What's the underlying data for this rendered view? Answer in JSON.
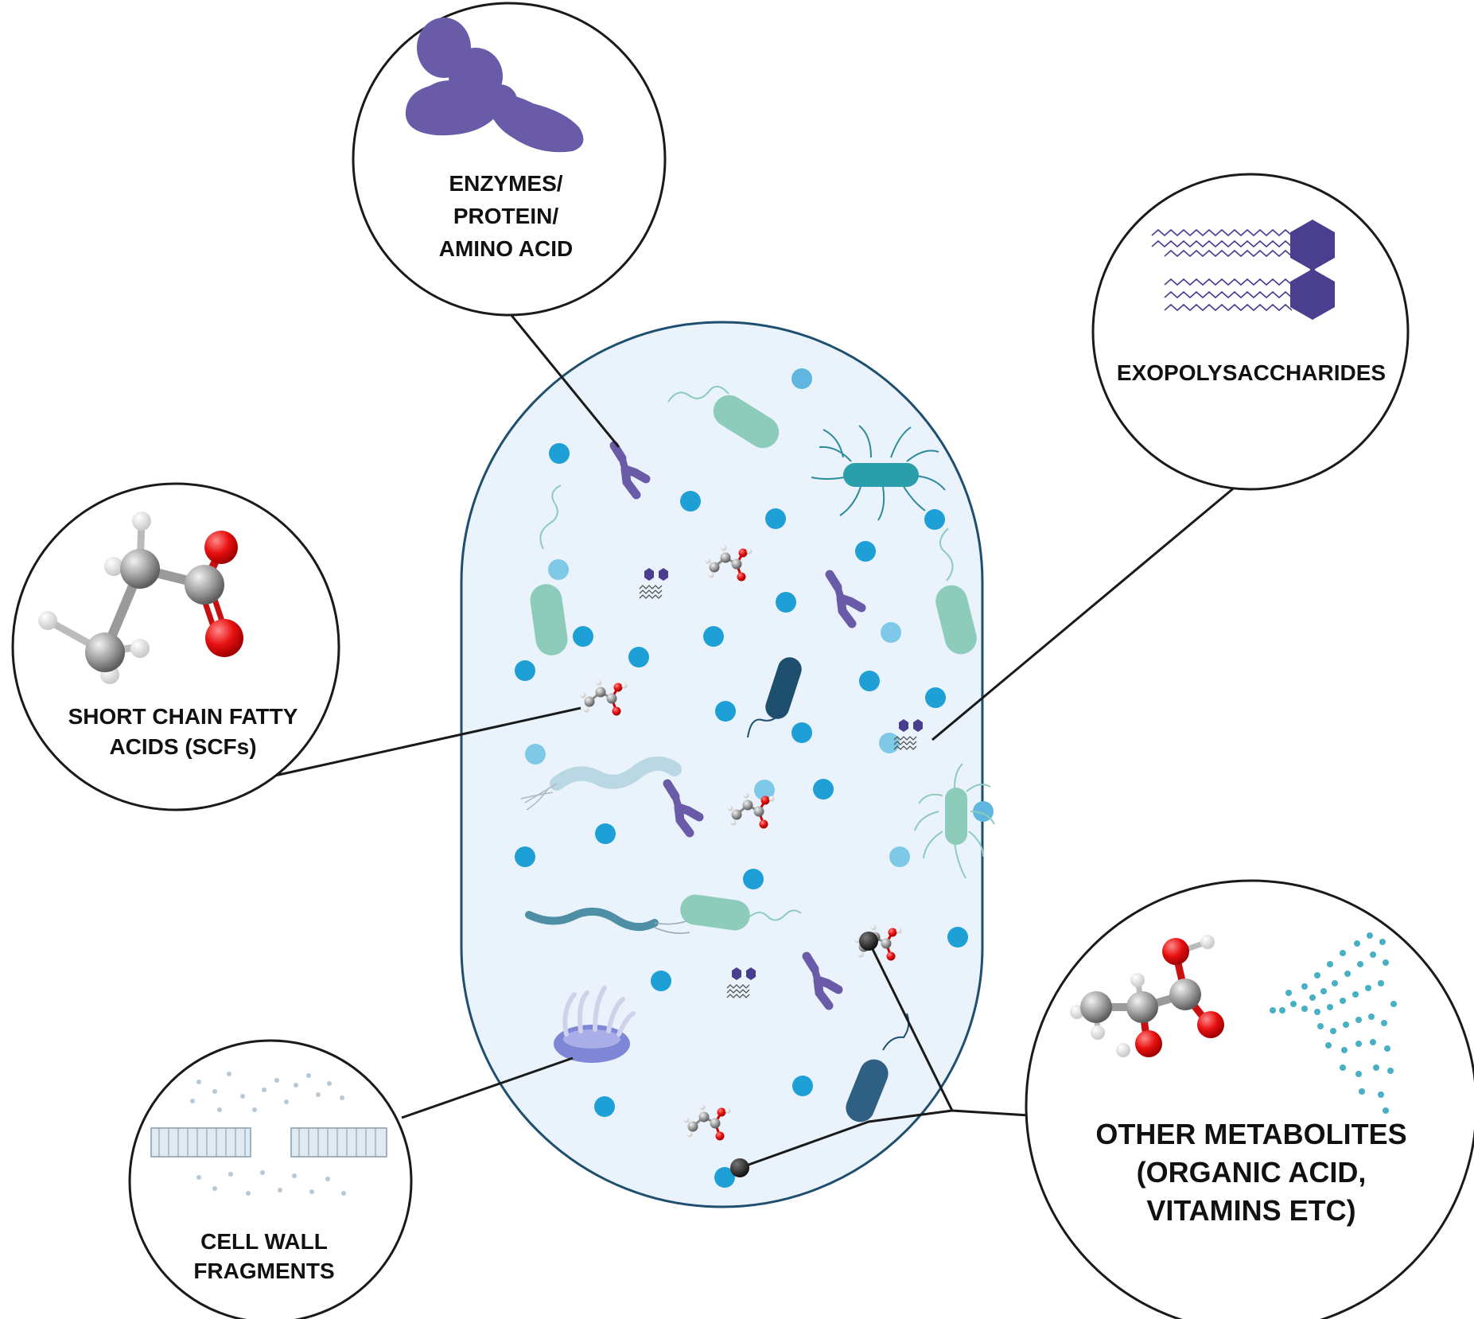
{
  "labels": {
    "enzymes": [
      "ENZYMES/",
      "PROTEIN/",
      "AMINO ACID"
    ],
    "exopolysaccharides": [
      "EXOPOLYSACCHARIDES"
    ],
    "scfa": [
      "SHORT CHAIN FATTY",
      "ACIDS (SCFs)"
    ],
    "cell_wall": [
      "CELL WALL",
      "FRAGMENTS"
    ],
    "other_metabolites": [
      "OTHER METABOLITES",
      "(ORGANIC ACID,",
      "VITAMINS ETC)"
    ]
  },
  "colors": {
    "capsule_fill": "#eaf3fb",
    "capsule_stroke": "#1f4f6e",
    "dot_blue": "#1e9fd6",
    "dot_light": "#7ec8e8",
    "protein": "#6a5ba8",
    "bacteria_teal": "#8dcbbb",
    "bacteria_dark": "#1f5577",
    "oxygen_red": "#e01010",
    "carbon_grey": "#8c8c8c"
  },
  "icons": [
    "antibody-icon",
    "molecule-icon",
    "bacterium-icon",
    "flagellated-bacterium-icon",
    "polysaccharide-icon",
    "membrane-fragment-icon",
    "vesicle-icon",
    "particle-spray-icon"
  ]
}
